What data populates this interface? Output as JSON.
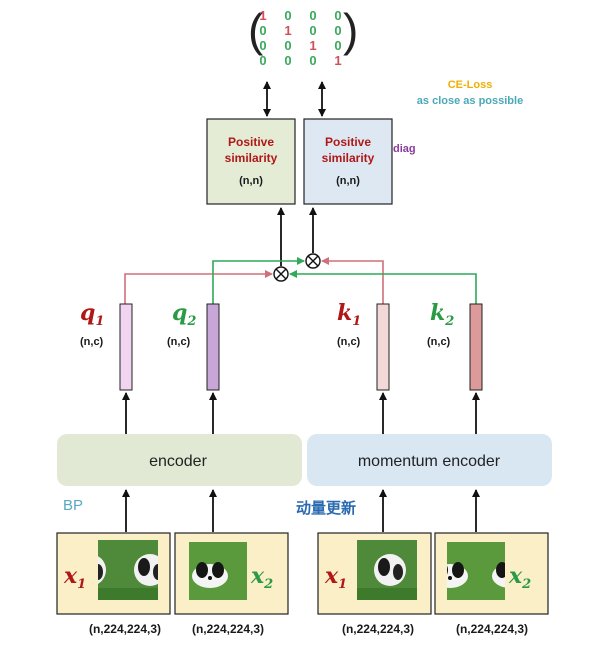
{
  "matrix": {
    "rows": [
      [
        "1",
        "0",
        "0",
        "0"
      ],
      [
        "0",
        "1",
        "0",
        "0"
      ],
      [
        "0",
        "0",
        "1",
        "0"
      ],
      [
        "0",
        "0",
        "0",
        "1"
      ]
    ],
    "diag_color": "#d0505a",
    "off_color": "#3aaa5c"
  },
  "loss": {
    "title": "CE-Loss",
    "subtitle": "as close as possible"
  },
  "similarity": [
    {
      "label1": "Positive",
      "label2": "similarity",
      "dims": "(n,n)"
    },
    {
      "label1": "Positive",
      "label2": "similarity",
      "dims": "(n,n)"
    }
  ],
  "diag_label": "diag",
  "features": [
    {
      "name": "q",
      "sub": "1",
      "dims": "(n,c)"
    },
    {
      "name": "q",
      "sub": "2",
      "dims": "(n,c)"
    },
    {
      "name": "k",
      "sub": "1",
      "dims": "(n,c)"
    },
    {
      "name": "k",
      "sub": "2",
      "dims": "(n,c)"
    }
  ],
  "encoders": {
    "left": "encoder",
    "right": "momentum encoder"
  },
  "annotations": {
    "bp": "BP",
    "momentum_update": "动量更新"
  },
  "inputs": [
    {
      "name": "x",
      "sub": "1",
      "dims": "(n,224,224,3)"
    },
    {
      "name": "x",
      "sub": "2",
      "dims": "(n,224,224,3)"
    },
    {
      "name": "x",
      "sub": "1",
      "dims": "(n,224,224,3)"
    },
    {
      "name": "x",
      "sub": "2",
      "dims": "(n,224,224,3)"
    }
  ],
  "multiply_symbol": "⊗",
  "colors": {
    "q_label": "#b01818",
    "k_label": "#b01818",
    "green_label": "#2a9a45",
    "red_arrow": "#d0707a",
    "green_arrow": "#2faa58",
    "loss_title": "#f0b000",
    "loss_sub": "#4aa8b8",
    "diag": "#8a3a9a",
    "bp": "#58a8c0",
    "momentum_update": "#2a6ab0"
  }
}
